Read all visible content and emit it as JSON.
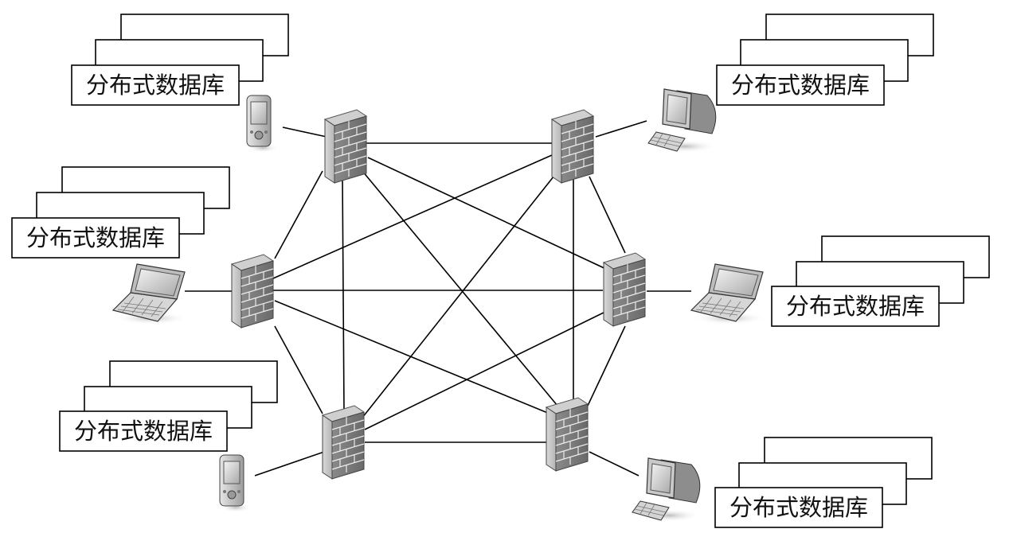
{
  "diagram": {
    "db_label": "分布式数据库",
    "nodes": [
      {
        "id": "n-top-left",
        "device": "pda-icon"
      },
      {
        "id": "n-top-right",
        "device": "desktop-icon"
      },
      {
        "id": "n-mid-left",
        "device": "laptop-icon"
      },
      {
        "id": "n-mid-right",
        "device": "laptop-icon"
      },
      {
        "id": "n-bottom-left",
        "device": "pda-icon"
      },
      {
        "id": "n-bottom-right",
        "device": "desktop-icon"
      }
    ],
    "mesh": "full",
    "firewall_icon": "firewall-icon"
  }
}
